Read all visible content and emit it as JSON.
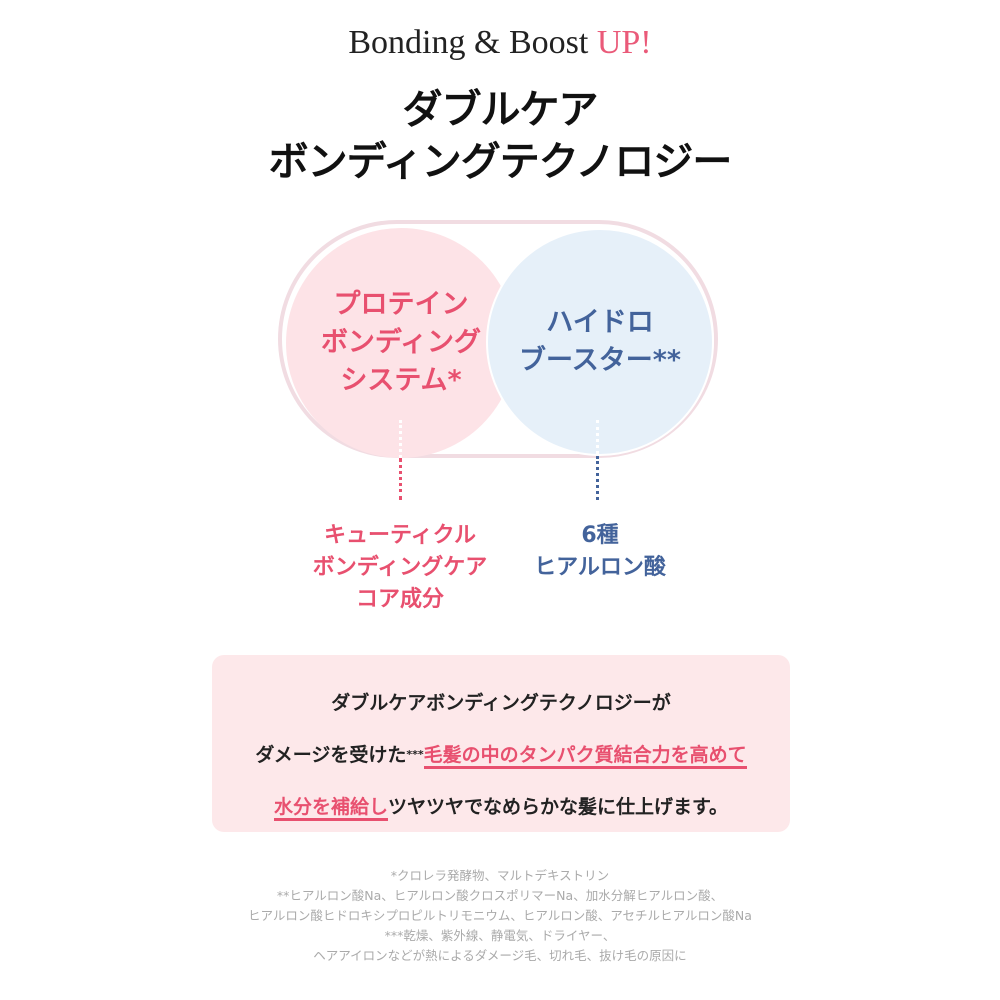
{
  "tagline": {
    "text": "Bonding & Boost ",
    "accent": "UP!"
  },
  "headline": {
    "line1": "ダブルケア",
    "line2": "ボンディングテクノロジー"
  },
  "circles": {
    "left": {
      "lines": [
        "プロテイン",
        "ボンディング",
        "システム*"
      ]
    },
    "right": {
      "lines": [
        "ハイドロ",
        "ブースター**"
      ]
    }
  },
  "labels": {
    "left": [
      "キューティクル",
      "ボンディングケア",
      "コア成分"
    ],
    "right": [
      "6種",
      "ヒアルロン酸"
    ]
  },
  "summary": {
    "line1": "ダブルケアボンディングテクノロジーが",
    "line2_pre": "ダメージを受けた",
    "line2_sup": "***",
    "line2_hl": "毛髪の中のタンパク質結合力を高めて",
    "line3_hl": "水分を補給し",
    "line3_post": "ツヤツヤでなめらかな髪に仕上げます。"
  },
  "footnotes": [
    "*クロレラ発酵物、マルトデキストリン",
    "**ヒアルロン酸Na、ヒアルロン酸クロスポリマーNa、加水分解ヒアルロン酸、",
    "ヒアルロン酸ヒドロキシプロピルトリモニウム、ヒアルロン酸、アセチルヒアルロン酸Na",
    "***乾燥、紫外線、静電気、ドライヤー、",
    "ヘアアイロンなどが熱によるダメージ毛、切れ毛、抜け毛の原因に"
  ],
  "colors": {
    "pink": "#e8506f",
    "blue": "#43639b",
    "pink_bg": "#fde3e7",
    "blue_bg": "#e6f0f9"
  }
}
